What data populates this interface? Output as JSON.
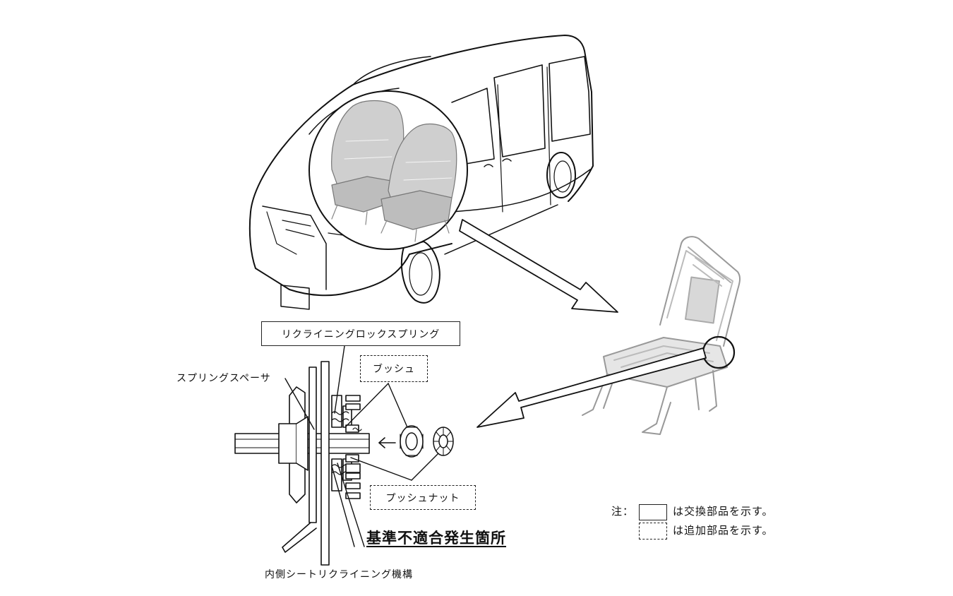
{
  "labels": {
    "recline_lock_spring": "リクライニングロックスプリング",
    "spring_spacer": "スプリングスペーサ",
    "bush": "ブッシュ",
    "push_nut": "プッシュナット",
    "nonconformity_location": "基準不適合発生箇所",
    "mechanism_caption": "内側シートリクライニング機構"
  },
  "legend": {
    "prefix": "注：",
    "replacement_parts": "は交換部品を示す。",
    "added_parts": "は追加部品を示す。"
  }
}
